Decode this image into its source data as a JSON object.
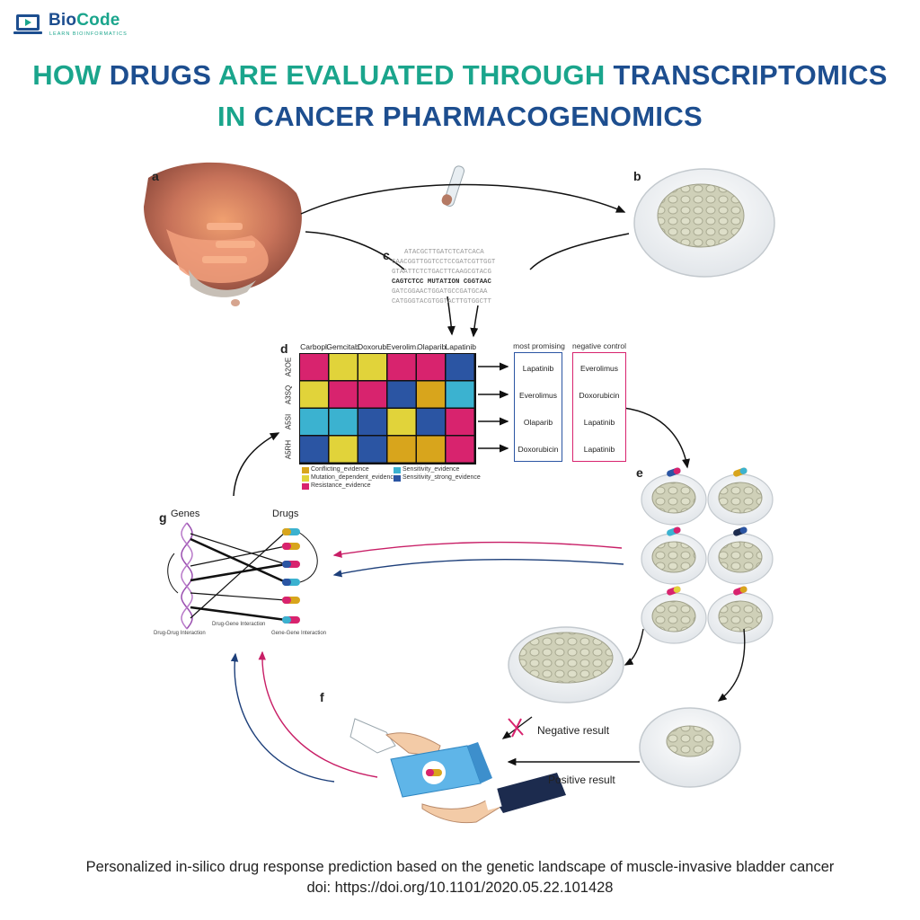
{
  "logo": {
    "name_part1": "Bio",
    "name_part2": "Code",
    "tagline": "LEARN BIOINFORMATICS"
  },
  "title": {
    "line1": [
      {
        "text": "HOW ",
        "color": "teal"
      },
      {
        "text": "DRUGS ",
        "color": "blue"
      },
      {
        "text": "ARE EVALUATED THROUGH ",
        "color": "teal"
      },
      {
        "text": "TRANSCRIPTOMICS",
        "color": "blue"
      }
    ],
    "line2": [
      {
        "text": "IN ",
        "color": "teal"
      },
      {
        "text": "CANCER PHARMACOGENOMICS",
        "color": "blue"
      }
    ]
  },
  "colors": {
    "teal": "#1aa58c",
    "blue": "#1d4e8f",
    "magenta": "#d8236e",
    "yellow": "#e1d33a",
    "cyan": "#3bb2d0",
    "navy": "#2b55a3",
    "gold": "#d8a51c",
    "pink_box": "#d8236e",
    "blue_box": "#2b55a3"
  },
  "panels": {
    "a": "a",
    "b": "b",
    "c": "c",
    "d": "d",
    "e": "e",
    "f": "f",
    "g": "g"
  },
  "sequence": {
    "lines": [
      "ATACGCTTGATCTCATCACA",
      "CAACGGTTGGTCCTCCGATCGTTGGT",
      "GTAATTCTCTGACTTCAAGCGTACG",
      "CAGTCTCC MUTATION CGGTAAC",
      "GATCGGAACTGGATGCCGATGCAA",
      "CATGGGTACGTGGTACTTGTGGCTT"
    ]
  },
  "heatmap": {
    "columns": [
      "Carbopl.",
      "Gemcitab.",
      "Doxorub.",
      "Everolim.",
      "Olaparib",
      "Lapatinib"
    ],
    "rows": [
      "A2OE",
      "A3SQ",
      "A5SI",
      "A5RH"
    ],
    "cells": [
      [
        "magenta",
        "yellow",
        "yellow",
        "magenta",
        "magenta",
        "navy"
      ],
      [
        "yellow",
        "magenta",
        "magenta",
        "navy",
        "gold",
        "cyan"
      ],
      [
        "cyan",
        "cyan",
        "navy",
        "yellow",
        "navy",
        "magenta"
      ],
      [
        "navy",
        "yellow",
        "navy",
        "gold",
        "gold",
        "magenta"
      ]
    ],
    "legend": [
      {
        "label": "Conflicting_evidence",
        "color": "gold"
      },
      {
        "label": "Mutation_dependent_evidence",
        "color": "yellow"
      },
      {
        "label": "Resistance_evidence",
        "color": "magenta"
      },
      {
        "label": "Sensitivity_evidence",
        "color": "cyan"
      },
      {
        "label": "Sensitivity_strong_evidence",
        "color": "navy"
      }
    ]
  },
  "most_promising": {
    "title": "most promising",
    "items": [
      "Lapatinib",
      "Everolimus",
      "Olaparib",
      "Doxorubicin"
    ]
  },
  "negative_control": {
    "title": "negative control",
    "items": [
      "Everolimus",
      "Doxorubicin",
      "Lapatinib",
      "Lapatinib"
    ]
  },
  "network": {
    "genes_label": "Genes",
    "drugs_label": "Drugs",
    "drug_drug": "Drug-Drug Interaction",
    "drug_gene": "Drug-Gene Interaction",
    "gene_gene": "Gene-Gene Interaction"
  },
  "results": {
    "negative": "Negative result",
    "positive": "Positive result"
  },
  "caption": {
    "line1": "Personalized in-silico drug response prediction based on the genetic landscape of muscle-invasive bladder cancer",
    "line2": "doi: https://doi.org/10.1101/2020.05.22.101428"
  }
}
